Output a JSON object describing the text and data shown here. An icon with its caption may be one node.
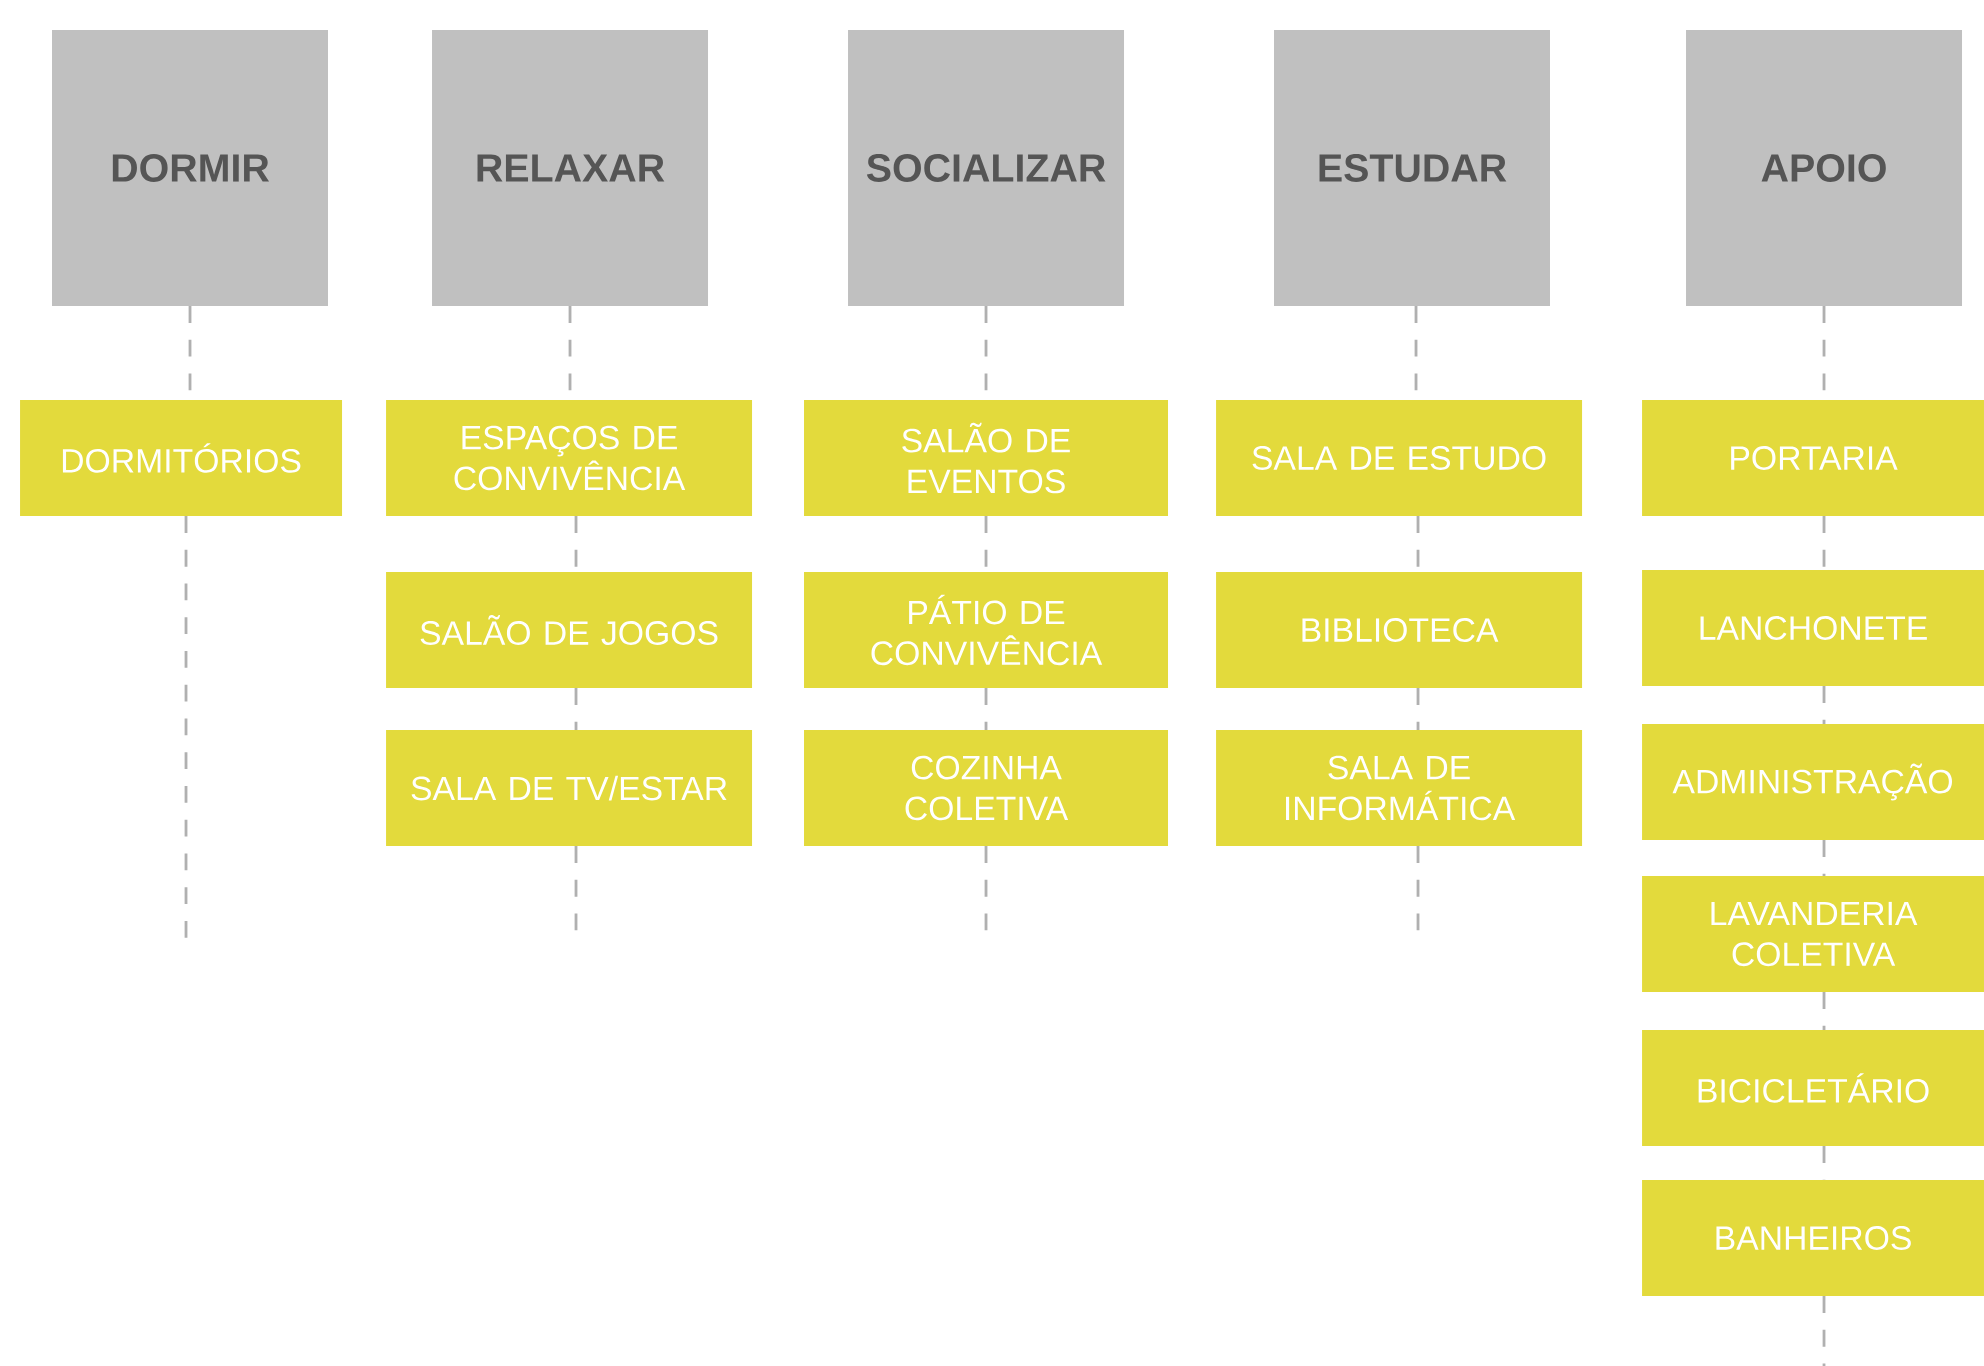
{
  "diagram": {
    "nodes": [
      {
        "text": [
          "DORMIR"
        ]
      },
      {
        "text": [
          "RELAXAR"
        ]
      },
      {
        "text": [
          "SOCIALIZAR"
        ]
      },
      {
        "text": [
          "ESTUDAR"
        ]
      },
      {
        "text": [
          "APOIO"
        ]
      },
      {
        "text": [
          "DORMITÓRIOS"
        ]
      },
      {
        "text": [
          "ESPAÇOS DE CONVIVÊNCIA"
        ]
      },
      {
        "text": [
          "SALÃO DE JOGOS"
        ]
      },
      {
        "text": [
          "SALA DE TV/ESTAR"
        ]
      },
      {
        "text": [
          "SALÃO DE EVENTOS"
        ]
      },
      {
        "text": [
          "PÁTIO DE CONVIVÊNCIA"
        ]
      },
      {
        "text": [
          "COZINHA COLETIVA"
        ]
      },
      {
        "text": [
          "SALA DE ESTUDO"
        ]
      },
      {
        "text": [
          "BIBLIOTECA"
        ]
      },
      {
        "text": [
          "SALA DE INFORMÁTICA"
        ]
      },
      {
        "text": [
          "PORTARIA"
        ]
      },
      {
        "text": [
          "LANCHONETE"
        ]
      },
      {
        "text": [
          "ADMINISTRAÇÃO"
        ]
      },
      {
        "text": [
          "LAVANDERIA COLETIVA"
        ]
      },
      {
        "text": [
          "BICICLETÁRIO"
        ]
      },
      {
        "text": [
          "BANHEIROS"
        ]
      }
    ],
    "edges": [
      {
        "from": 0,
        "to": 5,
        "arrow": "none",
        "style": "dashed"
      },
      {
        "from": 5,
        "to": null,
        "arrow": "none",
        "style": "dashed"
      },
      {
        "from": 1,
        "to": 6,
        "arrow": "none",
        "style": "dashed"
      },
      {
        "from": 6,
        "to": 7,
        "arrow": "none",
        "style": "dashed"
      },
      {
        "from": 7,
        "to": 8,
        "arrow": "none",
        "style": "dashed"
      },
      {
        "from": 8,
        "to": null,
        "arrow": "none",
        "style": "dashed"
      },
      {
        "from": 2,
        "to": 9,
        "arrow": "none",
        "style": "dashed"
      },
      {
        "from": 9,
        "to": 10,
        "arrow": "none",
        "style": "dashed"
      },
      {
        "from": 10,
        "to": 11,
        "arrow": "none",
        "style": "dashed"
      },
      {
        "from": 11,
        "to": null,
        "arrow": "none",
        "style": "dashed"
      },
      {
        "from": 3,
        "to": 12,
        "arrow": "none",
        "style": "dashed"
      },
      {
        "from": 12,
        "to": 13,
        "arrow": "none",
        "style": "dashed"
      },
      {
        "from": 13,
        "to": 14,
        "arrow": "none",
        "style": "dashed"
      },
      {
        "from": 14,
        "to": null,
        "arrow": "none",
        "style": "dashed"
      },
      {
        "from": 4,
        "to": 15,
        "arrow": "none",
        "style": "dashed"
      },
      {
        "from": 15,
        "to": 16,
        "arrow": "none",
        "style": "dashed"
      },
      {
        "from": 16,
        "to": 17,
        "arrow": "none",
        "style": "dashed"
      },
      {
        "from": 17,
        "to": 18,
        "arrow": "none",
        "style": "dashed"
      },
      {
        "from": 18,
        "to": 19,
        "arrow": "none",
        "style": "dashed"
      },
      {
        "from": 19,
        "to": 20,
        "arrow": "none",
        "style": "dashed"
      },
      {
        "from": 20,
        "to": null,
        "arrow": "none",
        "style": "dashed"
      }
    ]
  }
}
